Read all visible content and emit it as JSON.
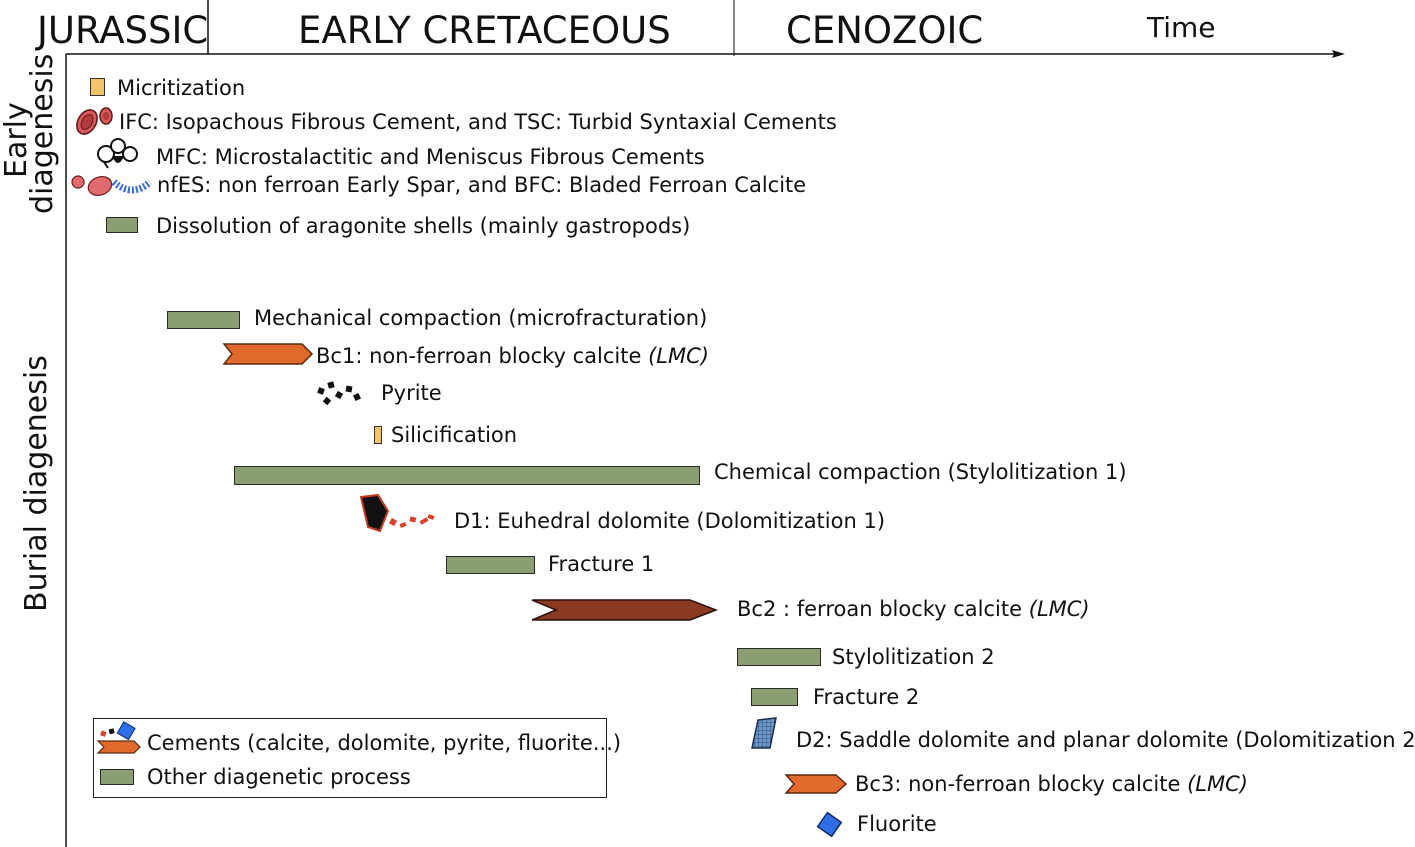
{
  "header": {
    "eras": [
      "JURASSIC",
      "EARLY CRETACEOUS",
      "CENOZOIC"
    ],
    "time_label": "Time"
  },
  "side_labels": {
    "early": [
      "Early",
      "diagenesis"
    ],
    "burial": "Burial diagenesis"
  },
  "events": {
    "micritization": "Micritization",
    "ifc": "IFC: Isopachous Fibrous Cement, and TSC: Turbid Syntaxial Cements",
    "mfc": "MFC: Microstalactitic and Meniscus Fibrous Cements",
    "nfes": "nfES: non ferroan Early Spar, and BFC: Bladed Ferroan Calcite",
    "dissolution": "Dissolution of aragonite shells (mainly gastropods)",
    "mech": "Mechanical compaction (microfracturation)",
    "bc1": "Bc1: non-ferroan blocky calcite",
    "bc1_note": "(LMC)",
    "pyrite": "Pyrite",
    "silicification": "Silicification",
    "chem": "Chemical compaction (Stylolitization 1)",
    "d1": "D1: Euhedral dolomite (Dolomitization 1)",
    "fracture1": "Fracture 1",
    "bc2": "Bc2 : ferroan blocky calcite",
    "bc2_note": "(LMC)",
    "stylo2": "Stylolitization 2",
    "fracture2": "Fracture 2",
    "d2": "D2: Saddle dolomite and planar dolomite (Dolomitization 2)",
    "bc3": "Bc3: non-ferroan blocky calcite",
    "bc3_note": "(LMC)",
    "fluorite": "Fluorite"
  },
  "legend": {
    "cements": "Cements (calcite, dolomite, pyrite, fluorite...)",
    "other": "Other diagenetic process"
  },
  "colors": {
    "process_bar": "#8a9e72",
    "orange_cement": "#e0692c",
    "brown_cement": "#8b3a22",
    "micrite": "#f2c46a",
    "red_grain": "#d9565a",
    "blue_fringe": "#3b6bd6",
    "fluorite": "#2f6fe6"
  }
}
